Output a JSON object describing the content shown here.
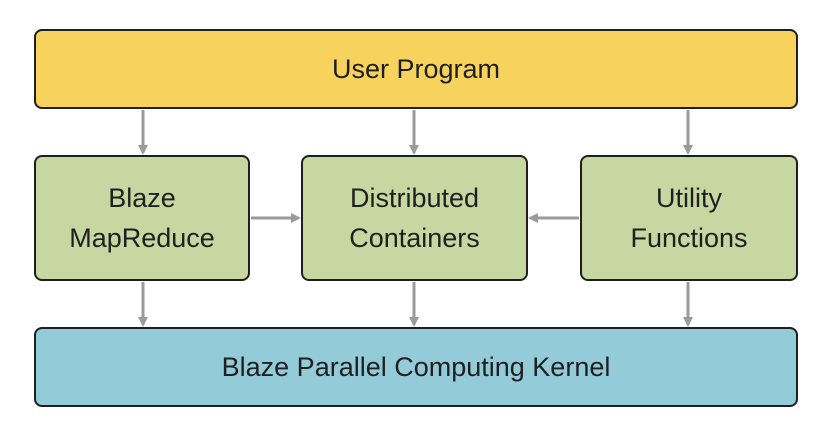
{
  "diagram": {
    "user_program": "User Program",
    "blaze_mapreduce": [
      "Blaze",
      "MapReduce"
    ],
    "distributed_containers": [
      "Distributed",
      "Containers"
    ],
    "utility_functions": [
      "Utility",
      "Functions"
    ],
    "kernel": "Blaze Parallel Computing Kernel"
  },
  "colors": {
    "user_program_fill": "#f7d35e",
    "module_fill": "#c6d7a1",
    "kernel_fill": "#93cbd8",
    "border": "#1f1f1f",
    "arrow": "#9b9b9b"
  }
}
